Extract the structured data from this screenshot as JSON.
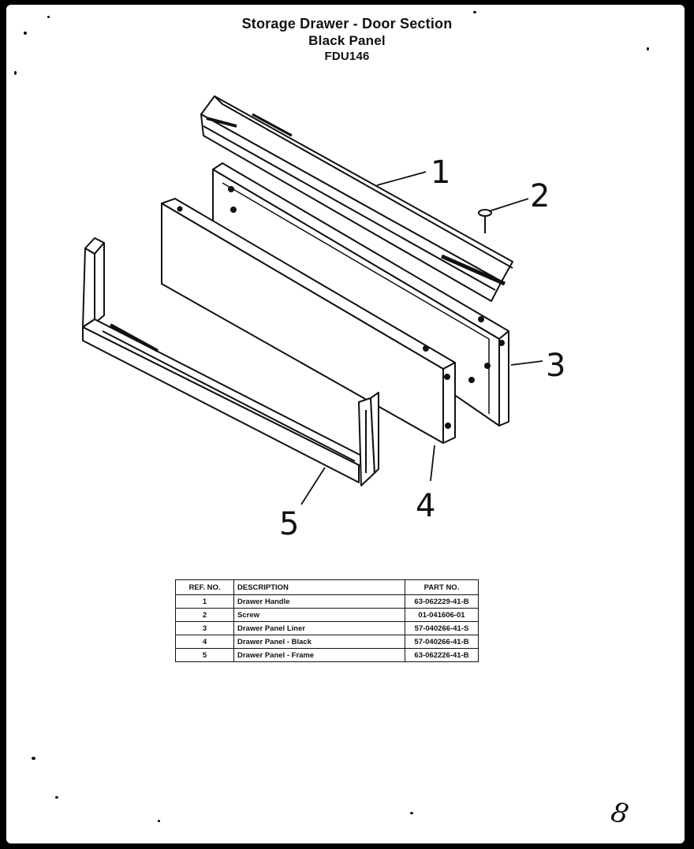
{
  "header": {
    "line1": "Storage Drawer - Door Section",
    "line2": "Black Panel",
    "line3": "FDU146"
  },
  "callouts": [
    "1",
    "2",
    "3",
    "4",
    "5"
  ],
  "parts_table": {
    "columns": [
      "REF. NO.",
      "DESCRIPTION",
      "PART NO."
    ],
    "rows": [
      {
        "ref": "1",
        "description": "Drawer Handle",
        "part_no": "63-062229-41-B"
      },
      {
        "ref": "2",
        "description": "Screw",
        "part_no": "01-041606-01"
      },
      {
        "ref": "3",
        "description": "Drawer Panel Liner",
        "part_no": "57-040266-41-S"
      },
      {
        "ref": "4",
        "description": "Drawer Panel - Black",
        "part_no": "57-040266-41-B"
      },
      {
        "ref": "5",
        "description": "Drawer Panel - Frame",
        "part_no": "63-062226-41-B"
      }
    ]
  },
  "page_mark": "8"
}
